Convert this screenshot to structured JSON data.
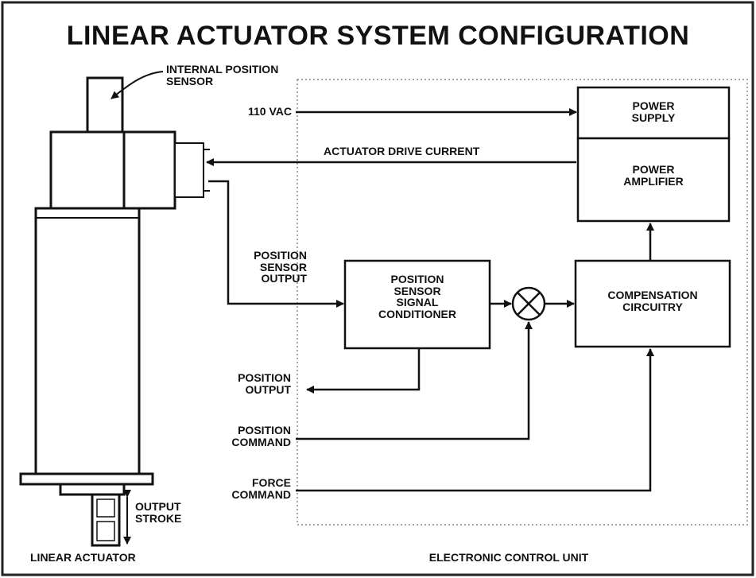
{
  "title": "LINEAR ACTUATOR SYSTEM CONFIGURATION",
  "labels": {
    "internal_position_sensor": [
      "INTERNAL POSITION",
      "SENSOR"
    ],
    "vac": "110 VAC",
    "actuator_drive_current": "ACTUATOR DRIVE CURRENT",
    "position_sensor_output": [
      "POSITION",
      "SENSOR",
      "OUTPUT"
    ],
    "position_output": [
      "POSITION",
      "OUTPUT"
    ],
    "position_command": [
      "POSITION",
      "COMMAND"
    ],
    "force_command": [
      "FORCE",
      "COMMAND"
    ],
    "output_stroke": [
      "OUTPUT",
      "STROKE"
    ],
    "linear_actuator": "LINEAR ACTUATOR",
    "electronic_control_unit": "ELECTRONIC CONTROL UNIT"
  },
  "blocks": {
    "power_supply": [
      "POWER",
      "SUPPLY"
    ],
    "power_amplifier": [
      "POWER",
      "AMPLIFIER"
    ],
    "signal_conditioner": [
      "POSITION",
      "SENSOR",
      "SIGNAL",
      "CONDITIONER"
    ],
    "compensation": [
      "COMPENSATION",
      "CIRCUITRY"
    ]
  }
}
